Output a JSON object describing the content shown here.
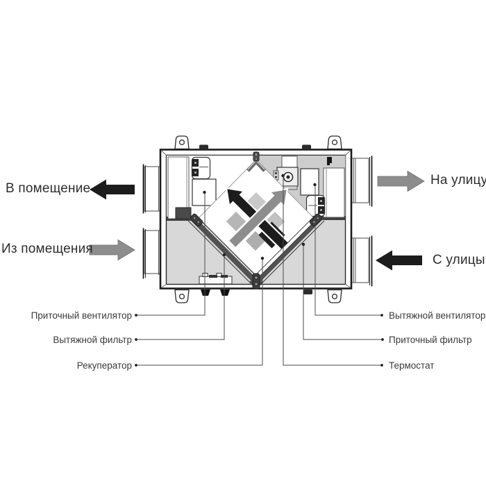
{
  "airflow_labels": {
    "to_room": "В помещение",
    "from_room": "Из помещения",
    "to_street": "На улицу",
    "from_street": "С улицы"
  },
  "callouts": {
    "left": [
      "Приточный вентилятор",
      "Вытяжной фильтр",
      "Рекуператор"
    ],
    "right": [
      "Вытяжной вентилятор",
      "Приточный фильтр",
      "Термостат"
    ]
  },
  "colors": {
    "supply_air": "#1c1c1c",
    "exhaust_air": "#8d8d8d",
    "casing_interior": "#d8d8d8",
    "channel_gray": "#515151"
  }
}
